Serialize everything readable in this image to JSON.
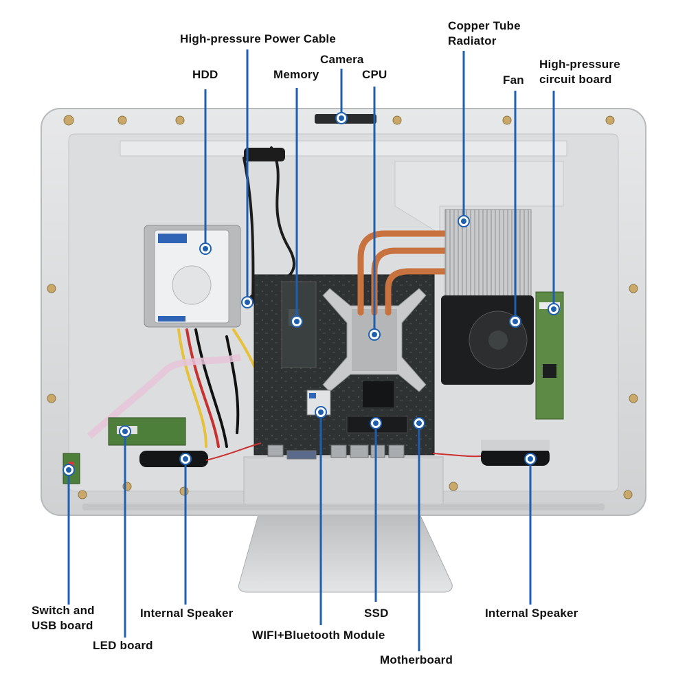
{
  "labels": {
    "high_pressure_power_cable": "High-pressure Power Cable",
    "camera": "Camera",
    "hdd": "HDD",
    "memory": "Memory",
    "cpu": "CPU",
    "copper_tube_radiator_line1": "Copper Tube",
    "copper_tube_radiator_line2": "Radiator",
    "fan": "Fan",
    "high_pressure_circuit_board_line1": "High-pressure",
    "high_pressure_circuit_board_line2": "circuit board",
    "switch_usb_board_line1": "Switch and",
    "switch_usb_board_line2": "USB board",
    "led_board": "LED board",
    "internal_speaker_left": "Internal Speaker",
    "wifi_bt_module": "WIFI+Bluetooth Module",
    "ssd": "SSD",
    "motherboard": "Motherboard",
    "internal_speaker_right": "Internal Speaker"
  },
  "colors": {
    "leader_line": "#1f5fb0",
    "marker_fill": "#1f5fb0",
    "chassis": "#d9dadb",
    "board": "#2b2e2f",
    "copper": "#c8733f"
  }
}
